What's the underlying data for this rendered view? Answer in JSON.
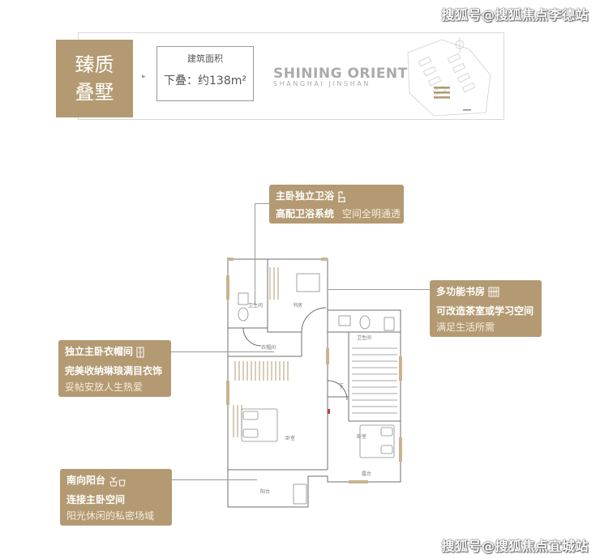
{
  "watermark_top": "搜狐号@搜狐焦点李德站",
  "watermark_bottom": "搜狐号@搜狐焦点宜城站",
  "header": {
    "title_line1": "臻质",
    "title_line2": "叠墅",
    "area_label": "建筑面积",
    "area_value": "下叠：约138m²",
    "brand": "SHINING ORIENT",
    "brand_sub": "SHANGHAI JINSHAN"
  },
  "callouts": {
    "bathroom": {
      "title": "主卧独立卫浴",
      "line2a": "高配卫浴系统",
      "line2b": "空间全明通透",
      "icon": "bathtub-icon"
    },
    "study": {
      "title": "多功能书房",
      "line2": "可改造茶室或学习空间",
      "line3": "满足生活所需",
      "icon": "bookshelf-icon"
    },
    "closet": {
      "title": "独立主卧衣帽间",
      "line2": "完美收纳琳琅满目衣饰",
      "line3": "妥帖安放人生热爱",
      "icon": "wardrobe-icon"
    },
    "balcony": {
      "title": "南向阳台",
      "line2": "连接主卧空间",
      "line3": "阳光休闲的私密场域",
      "icon": "plant-icon"
    }
  },
  "rooms": {
    "bath1": "卫生间",
    "study": "书房",
    "closet": "衣帽间",
    "bath2": "卫生间",
    "down": "下",
    "bed1": "卧室",
    "bed2": "卧室",
    "balcony": "阳台",
    "small_balcony": "露台"
  },
  "colors": {
    "accent": "#b39a72",
    "wall": "#c9b48f",
    "line": "#9a9a9a"
  }
}
